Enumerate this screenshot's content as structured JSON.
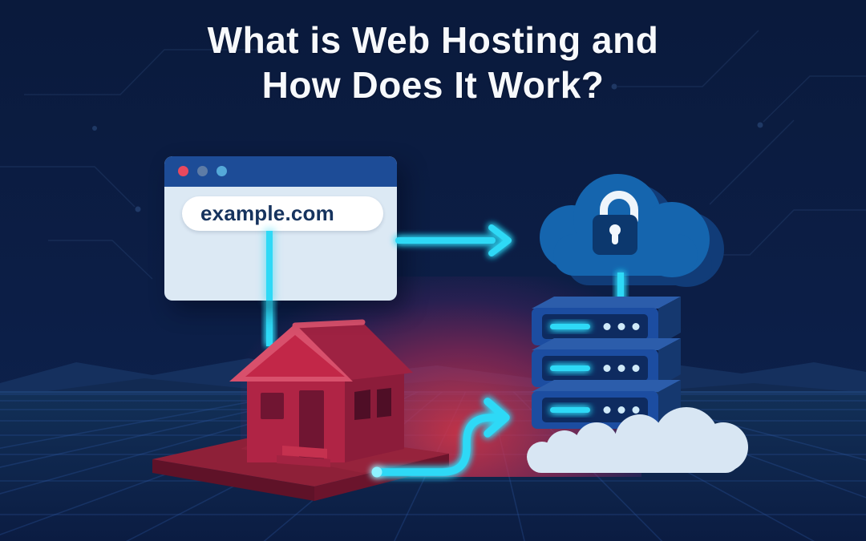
{
  "title": {
    "line1": "What is Web Hosting and",
    "line2": "How Does It Work?"
  },
  "browser": {
    "url": "example.com",
    "window_controls": [
      "close-dot",
      "minimize-dot",
      "maximize-dot"
    ]
  },
  "servers": {
    "unit_count": 3,
    "indicator_dots_per_unit": 3,
    "status_bar": "cyan-activity-bar"
  },
  "icons": [
    "browser-window-icon",
    "padlock-icon",
    "secure-cloud-icon",
    "server-stack-icon",
    "house-icon",
    "arrow-right-icon",
    "curved-arrow-icon",
    "white-cloud-icon"
  ],
  "colors": {
    "background_navy": "#0c1e46",
    "title_white": "#f7f9fc",
    "accent_cyan": "#2ed9f6",
    "browser_bar_blue": "#1d4c97",
    "browser_body": "#dce9f4",
    "address_text_navy": "#16335e",
    "dot_red": "#e8495e",
    "dot_gray_blue": "#5e7ca6",
    "dot_light_blue": "#55a9d9",
    "cloud_blue": "#1565ae",
    "cloud_blue_dark": "#113c78",
    "lock_navy": "#0c386e",
    "server_face_blue": "#1c4da1",
    "server_top_blue": "#2c5dab",
    "server_side_blue": "#15386f",
    "server_panel_navy": "#0e2b60",
    "house_red": "#c22748",
    "house_red_dark": "#8c1c3a",
    "house_red_deep": "#701532",
    "roof_trim": "#d8506c",
    "platform_red": "#8e2038",
    "platform_red_dark": "#5f1228",
    "white_cloud": "#d8e6f3",
    "grid_line": "#2d5aa5",
    "mountain_navy": "#15305e",
    "glow_red": "#d72d46"
  }
}
